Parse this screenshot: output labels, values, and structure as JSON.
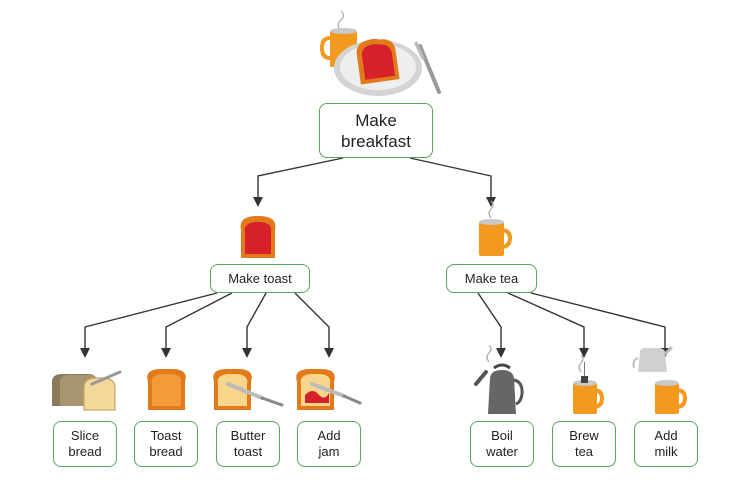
{
  "root": {
    "label": "Make\nbreakfast",
    "icon": "breakfast-plate-icon"
  },
  "branches": [
    {
      "label": "Make toast",
      "icon": "toast-with-jam-icon",
      "steps": [
        {
          "label": "Slice\nbread",
          "icon": "sliced-bread-icon"
        },
        {
          "label": "Toast\nbread",
          "icon": "toast-icon"
        },
        {
          "label": "Butter\ntoast",
          "icon": "butter-knife-toast-icon"
        },
        {
          "label": "Add\njam",
          "icon": "jam-knife-toast-icon"
        }
      ]
    },
    {
      "label": "Make tea",
      "icon": "tea-mug-icon",
      "steps": [
        {
          "label": "Boil\nwater",
          "icon": "kettle-icon"
        },
        {
          "label": "Brew\ntea",
          "icon": "teabag-mug-icon"
        },
        {
          "label": "Add\nmilk",
          "icon": "milk-jug-mug-icon"
        }
      ]
    }
  ],
  "colors": {
    "box_border": "#5aa55a",
    "arrow": "#333333",
    "mug": "#f39a1e",
    "toast_crust": "#e07a1a",
    "jam": "#d8202a",
    "kettle": "#555555"
  }
}
